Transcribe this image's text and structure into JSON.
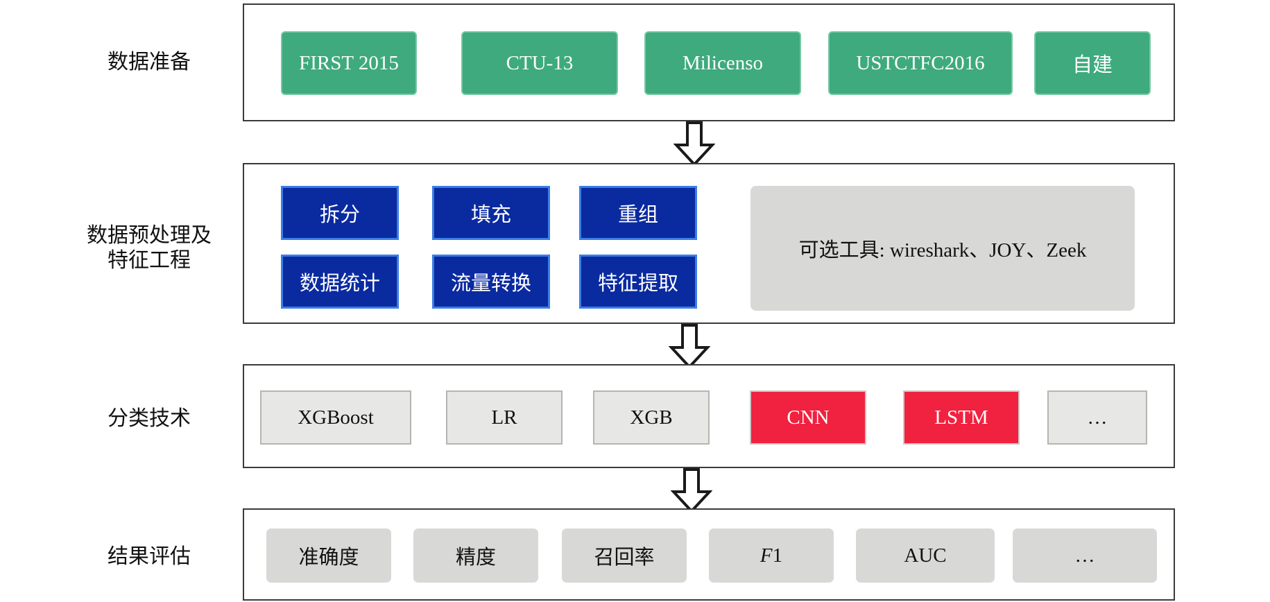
{
  "stages": [
    {
      "label": "数据准备",
      "items": [
        "FIRST 2015",
        "CTU-13",
        "Milicenso",
        "USTCTFC2016",
        "自建"
      ]
    },
    {
      "label": "数据预处理及\n特征工程",
      "items": [
        "拆分",
        "填充",
        "重组",
        "数据统计",
        "流量转换",
        "特征提取"
      ],
      "tools": "可选工具: wireshark、JOY、Zeek"
    },
    {
      "label": "分类技术",
      "items": [
        "XGBoost",
        "LR",
        "XGB",
        "CNN",
        "LSTM",
        "…"
      ]
    },
    {
      "label": "结果评估",
      "items": [
        "准确度",
        "精度",
        "召回率",
        "F1",
        "AUC",
        "…"
      ]
    }
  ],
  "colors": {
    "green": "#3eaa7d",
    "blue": "#0a2aa0",
    "red": "#f0223f",
    "light_gray": "#e7e8e5",
    "panel_gray": "#d8d9d6"
  }
}
